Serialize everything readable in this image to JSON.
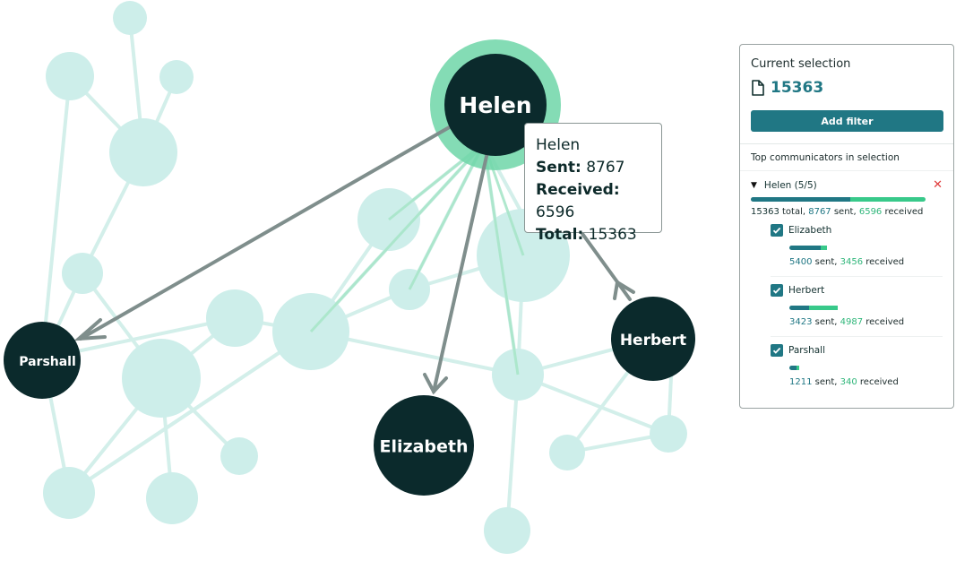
{
  "graph": {
    "nodes": [
      {
        "id": "helen",
        "label": "Helen",
        "focus": true
      },
      {
        "id": "parshall",
        "label": "Parshall"
      },
      {
        "id": "elizabeth",
        "label": "Elizabeth"
      },
      {
        "id": "herbert",
        "label": "Herbert"
      }
    ]
  },
  "tooltip": {
    "name": "Helen",
    "sent_label": "Sent:",
    "sent": "8767",
    "received_label": "Received:",
    "received": "6596",
    "total_label": "Total:",
    "total": "15363"
  },
  "panel": {
    "title": "Current selection",
    "icon": "document-icon",
    "count": "15363",
    "add_filter": "Add filter",
    "top_title": "Top communicators in selection",
    "group": {
      "label": "Helen (5/5)",
      "total": "15363",
      "total_suffix": " total, ",
      "sent": "8767",
      "sent_suffix": " sent, ",
      "received": "6596",
      "received_suffix": " received",
      "sent_fraction": 0.571,
      "received_fraction": 0.429,
      "items": [
        {
          "name": "Elizabeth",
          "sent": "5400",
          "received": "3456",
          "sent_fraction": 0.35,
          "received_fraction": 0.075
        },
        {
          "name": "Herbert",
          "sent": "3423",
          "received": "4987",
          "sent_fraction": 0.22,
          "received_fraction": 0.32
        },
        {
          "name": "Parshall",
          "sent": "1211",
          "received": "340",
          "sent_fraction": 0.08,
          "received_fraction": 0.03
        }
      ],
      "sent_word": " sent, ",
      "received_word": " received"
    }
  },
  "colors": {
    "accent": "#207784",
    "received": "#38c98a",
    "node_dark": "#0b2a2c",
    "node_light": "#cdeeea",
    "halo": "#6fd6a8",
    "close": "#e03a3a"
  }
}
